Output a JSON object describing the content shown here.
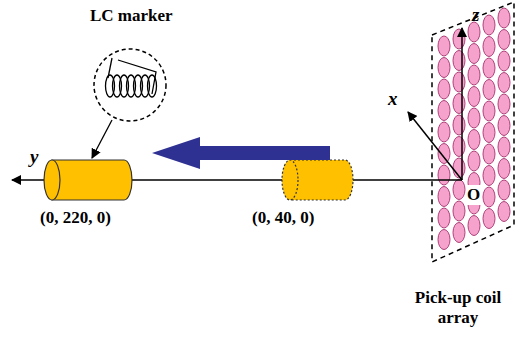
{
  "diagram": {
    "labels": [
      "LC marker",
      "y",
      "(0, 220, 0)",
      "(0, 40, 0)",
      "x",
      "z",
      "O",
      "Pick-up coil array"
    ]
  }
}
